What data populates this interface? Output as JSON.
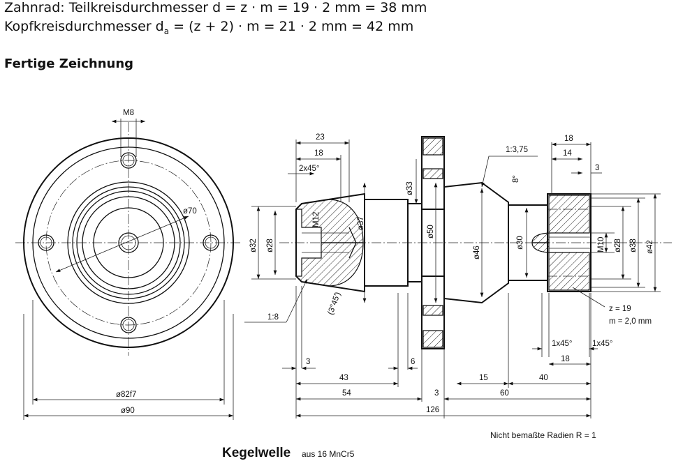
{
  "header": {
    "line1": "Zahnrad: Teilkreisdurchmesser d = z · m = 19 · 2 mm = 38 mm",
    "line2_pre": "Kopfkreisdurchmesser d",
    "line2_sub": "a",
    "line2_post": " = (z + 2) · m = 21 · 2 mm = 42 mm",
    "heading": "Fertige Zeichnung"
  },
  "drawing": {
    "title": "Kegelwelle",
    "material": "aus 16 MnCr5",
    "note": "Nicht bemaßte Radien R = 1",
    "gear_note_z": "z = 19",
    "gear_note_m": "m = 2,0 mm",
    "dims": {
      "m8": "M8",
      "d70": "ø70",
      "d82": "ø82f7",
      "d90": "ø90",
      "l23": "23",
      "l18a": "18",
      "chamfer2x45": "2x45°",
      "d33": "ø33",
      "taper1375": "1:3,75",
      "a8": "8°",
      "l18b": "18",
      "l14": "14",
      "l3a": "3",
      "d32": "ø32",
      "d28a": "ø28",
      "m12": "M12",
      "d37": "ø37",
      "d50": "ø50",
      "d46": "ø46",
      "d30": "ø30",
      "m10": "M10",
      "d28b": "ø28",
      "d38": "ø38",
      "d42": "ø42",
      "taper18": "1:8",
      "a3x45": "(3°45')",
      "c1x45a": "1x45°",
      "c1x45b": "1x45°",
      "l3b": "3",
      "l6": "6",
      "l18c": "18",
      "l43": "43",
      "l15": "15",
      "l40": "40",
      "l54": "54",
      "l3c": "3",
      "l60": "60",
      "l126": "126"
    }
  }
}
